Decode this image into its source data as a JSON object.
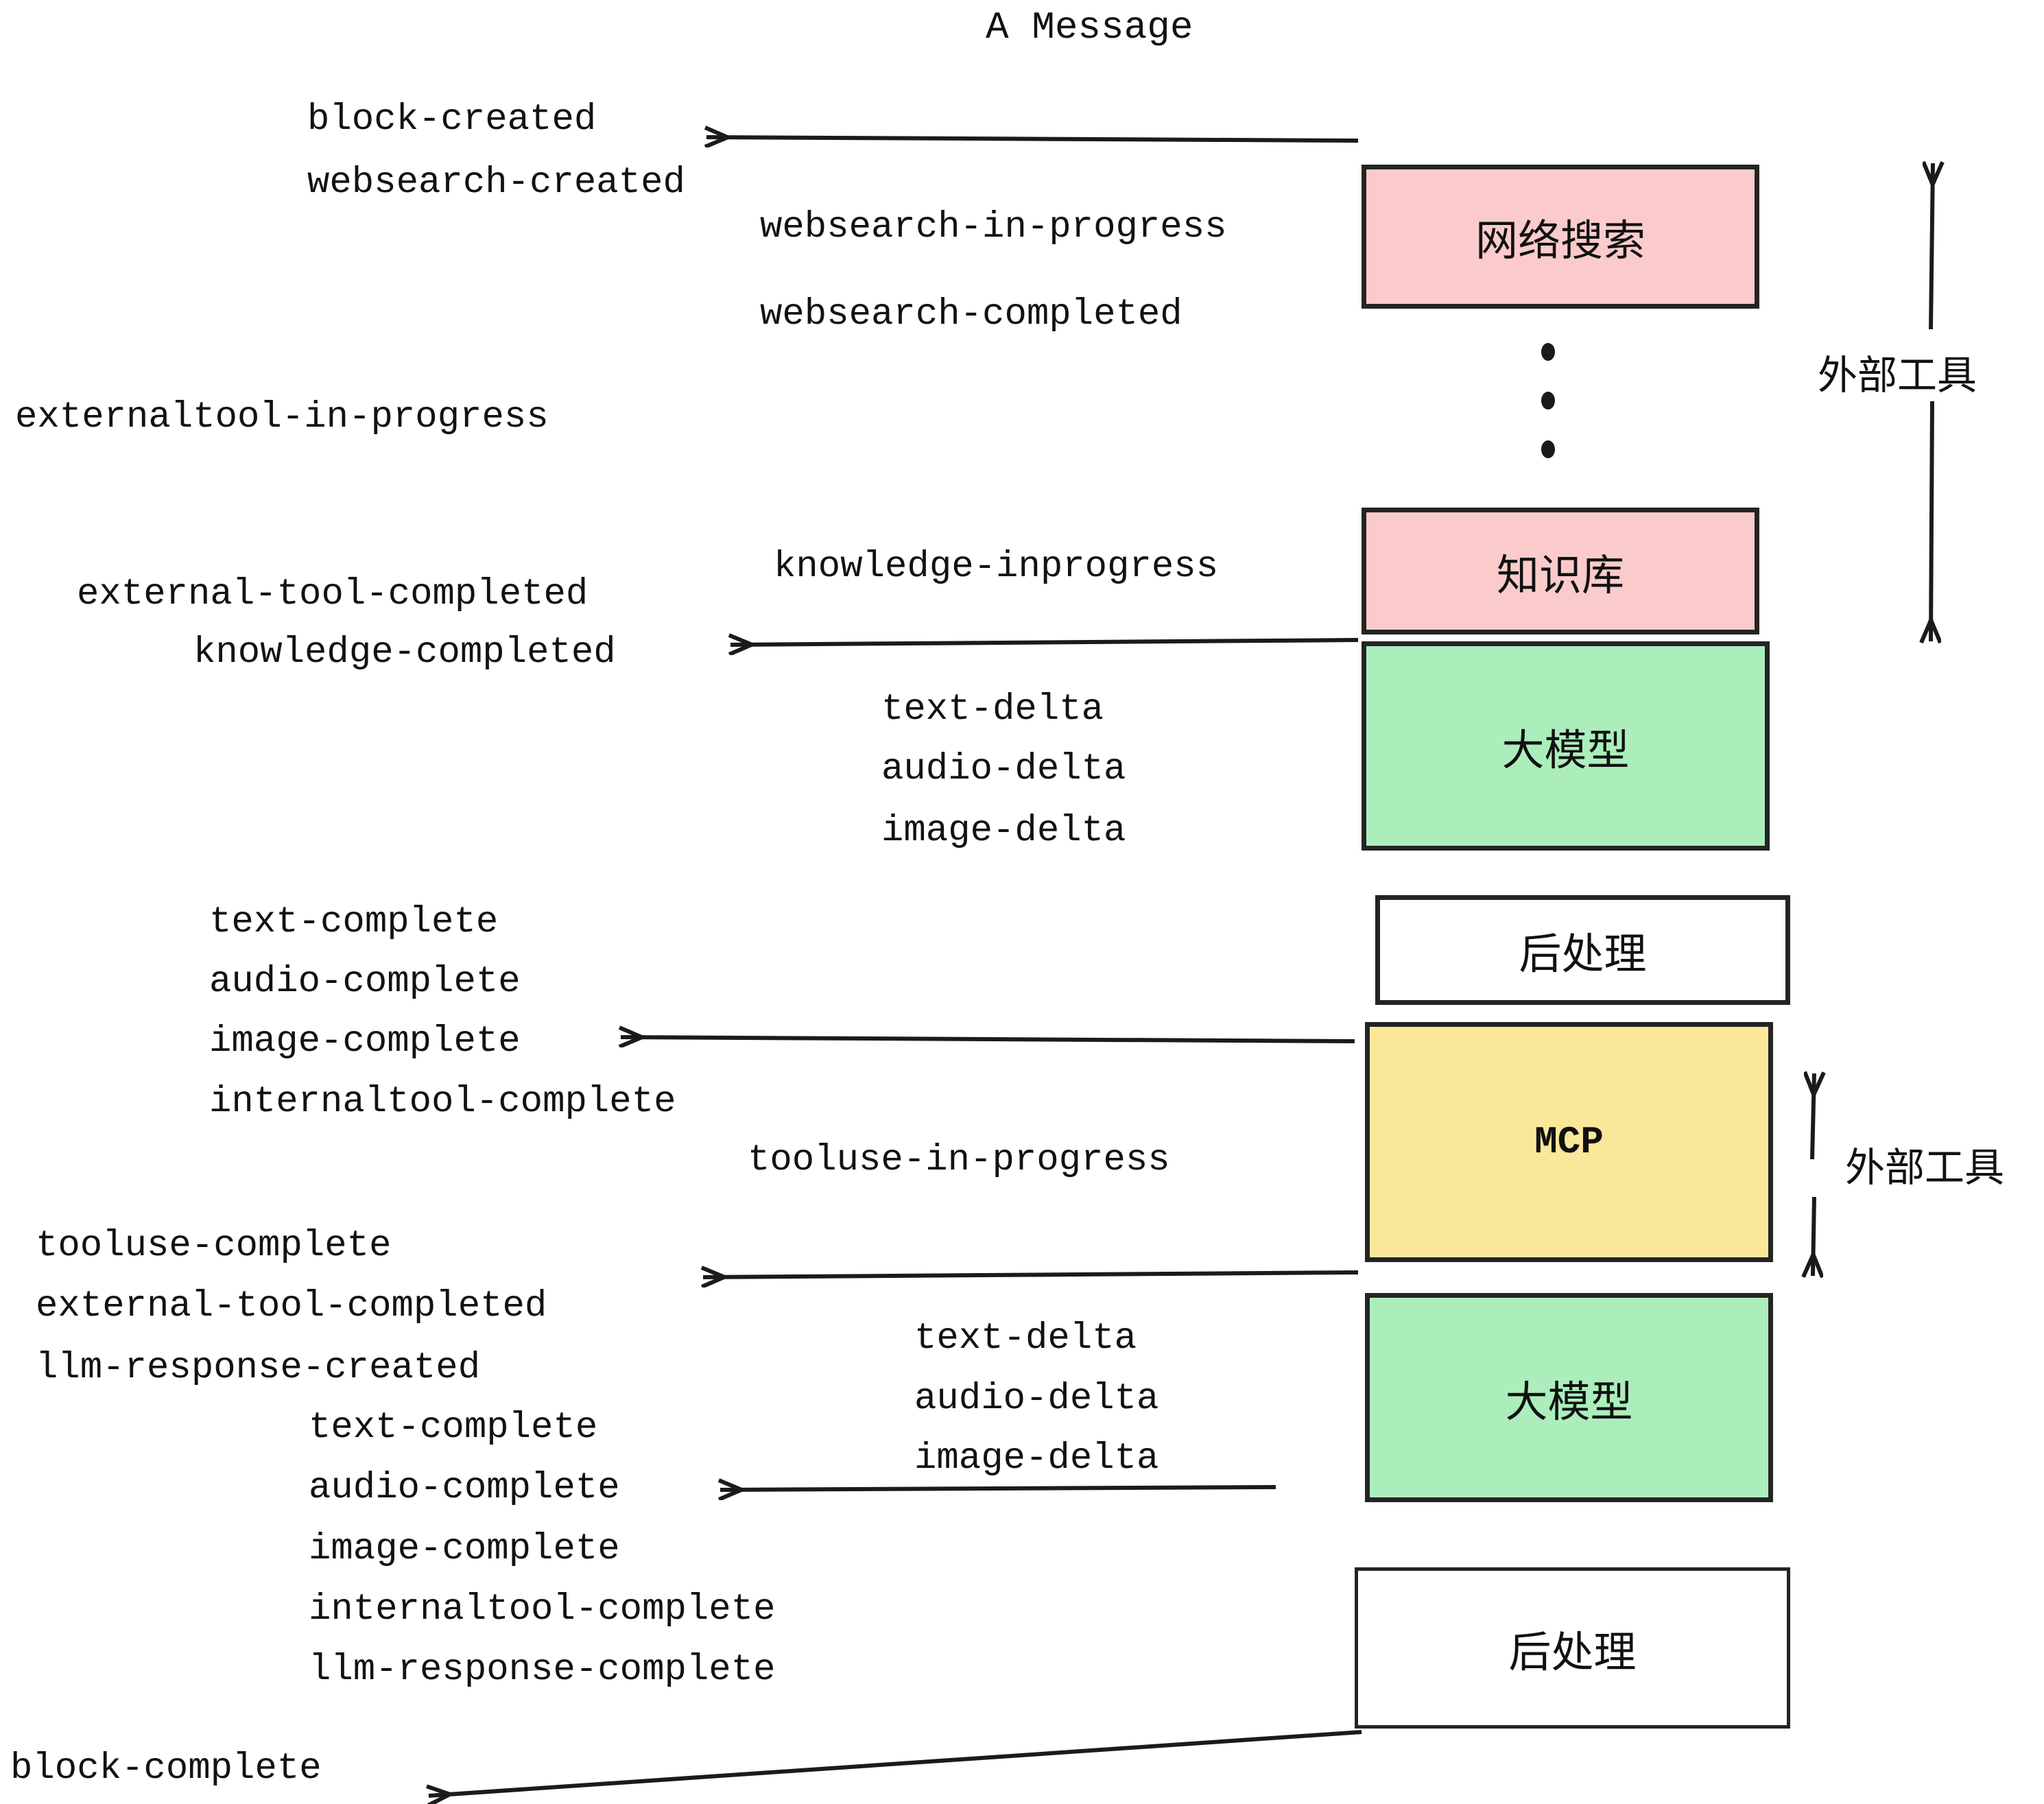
{
  "diagram": {
    "title": "A Message",
    "colors": {
      "pink": "#FBCBCB",
      "green": "#ABEEBC",
      "yellow": "#FBE79A",
      "white": "#FFFFFF",
      "stroke": "#242424",
      "text": "#121212"
    },
    "boxes": [
      {
        "id": "websearch",
        "label": "网络搜索",
        "fill": "#FBCBCB"
      },
      {
        "id": "knowledge",
        "label": "知识库",
        "fill": "#FBCBCB"
      },
      {
        "id": "llm-1",
        "label": "大模型",
        "fill": "#ABEEBC"
      },
      {
        "id": "postprocess-1",
        "label": "后处理",
        "fill": "#FFFFFF"
      },
      {
        "id": "mcp",
        "label": "MCP",
        "fill": "#FBE79A"
      },
      {
        "id": "llm-2",
        "label": "大模型",
        "fill": "#ABEEBC"
      },
      {
        "id": "postprocess-2",
        "label": "后处理",
        "fill": "#FFFFFF"
      }
    ],
    "side_labels": [
      {
        "id": "external-tool-top",
        "label": "外部工具"
      },
      {
        "id": "external-tool-bottom",
        "label": "外部工具"
      }
    ],
    "events": [
      {
        "id": "block-created",
        "text": "block-created"
      },
      {
        "id": "websearch-created",
        "text": "websearch-created"
      },
      {
        "id": "websearch-in-progress",
        "text": "websearch-in-progress"
      },
      {
        "id": "websearch-completed",
        "text": "websearch-completed"
      },
      {
        "id": "externaltool-in-progress",
        "text": "externaltool-in-progress"
      },
      {
        "id": "knowledge-inprogress",
        "text": "knowledge-inprogress"
      },
      {
        "id": "external-tool-completed-1",
        "text": "external-tool-completed"
      },
      {
        "id": "knowledge-completed",
        "text": "knowledge-completed"
      },
      {
        "id": "text-delta-1",
        "text": "text-delta"
      },
      {
        "id": "audio-delta-1",
        "text": "audio-delta"
      },
      {
        "id": "image-delta-1",
        "text": "image-delta"
      },
      {
        "id": "text-complete-1",
        "text": "text-complete"
      },
      {
        "id": "audio-complete-1",
        "text": "audio-complete"
      },
      {
        "id": "image-complete-1",
        "text": "image-complete"
      },
      {
        "id": "internaltool-complete-1",
        "text": "internaltool-complete"
      },
      {
        "id": "tooluse-in-progress",
        "text": "tooluse-in-progress"
      },
      {
        "id": "tooluse-complete",
        "text": "tooluse-complete"
      },
      {
        "id": "external-tool-completed-2",
        "text": "external-tool-completed"
      },
      {
        "id": "llm-response-created",
        "text": "llm-response-created"
      },
      {
        "id": "text-delta-2",
        "text": "text-delta"
      },
      {
        "id": "audio-delta-2",
        "text": "audio-delta"
      },
      {
        "id": "image-delta-2",
        "text": "image-delta"
      },
      {
        "id": "text-complete-2",
        "text": "text-complete"
      },
      {
        "id": "audio-complete-2",
        "text": "audio-complete"
      },
      {
        "id": "image-complete-2",
        "text": "image-complete"
      },
      {
        "id": "internaltool-complete-2",
        "text": "internaltool-complete"
      },
      {
        "id": "llm-response-complete",
        "text": "llm-response-complete"
      },
      {
        "id": "block-complete",
        "text": "block-complete"
      }
    ]
  }
}
